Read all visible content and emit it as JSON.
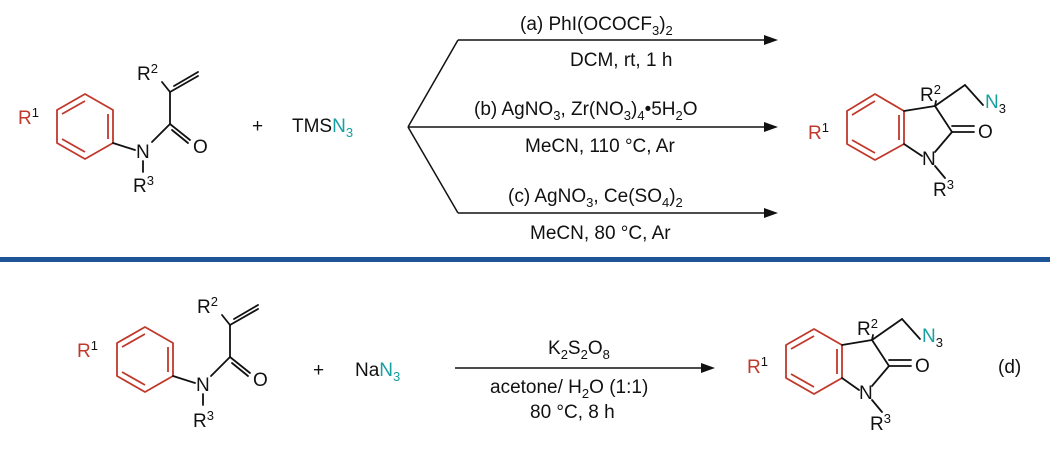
{
  "colors": {
    "aryl": "#c0392b",
    "azide": "#16a0a0",
    "divider": "#1f5597",
    "text": "#111111"
  },
  "top": {
    "substituents": {
      "r1_main": "R",
      "r1_sup": "1",
      "r2_main": "R",
      "r2_sup": "2",
      "r3_main": "R",
      "r3_sup": "3",
      "n": "N",
      "o": "O"
    },
    "plus": "+",
    "reagent": {
      "prefix": "TMS",
      "azide": "N",
      "azide_sub": "3"
    },
    "conditions": {
      "a": {
        "l1": "(a) PhI(OCOCF",
        "l1_sub": "3",
        "l1_end": ")",
        "l1_sub2": "2",
        "l2": "DCM, rt, 1 h"
      },
      "b": {
        "l1a": "(b) AgNO",
        "l1_sub1": "3",
        "l1b": ", Zr(NO",
        "l1_sub2": "3",
        "l1c": ")",
        "l1_sub3": "4",
        "l1d": "•5H",
        "l1_sub4": "2",
        "l1e": "O",
        "l2": "MeCN, 110 °C, Ar"
      },
      "c": {
        "l1a": "(c) AgNO",
        "l1_sub1": "3",
        "l1b": ", Ce(SO",
        "l1_sub2": "4",
        "l1c": ")",
        "l1_sub3": "2",
        "l2": "MeCN, 80 °C, Ar"
      }
    },
    "product": {
      "azide": "N",
      "azide_sub": "3",
      "o": "O",
      "n": "N"
    }
  },
  "bottom": {
    "plus": "+",
    "reagent": {
      "prefix": "Na",
      "azide": "N",
      "azide_sub": "3"
    },
    "conditions": {
      "oxidant": {
        "a": "K",
        "s1": "2",
        "b": "S",
        "s2": "2",
        "c": "O",
        "s3": "8"
      },
      "l2a": "acetone/ H",
      "l2_sub": "2",
      "l2b": "O (1:1)",
      "l3": "80 °C, 8 h"
    },
    "label": "(d)"
  }
}
